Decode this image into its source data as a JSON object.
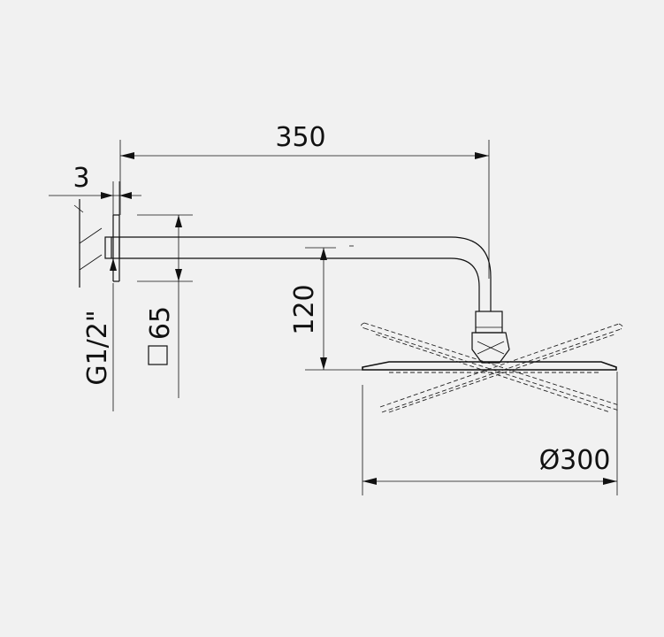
{
  "dimensions": {
    "arm_length": "350",
    "flange_thickness": "3",
    "drop_height": "120",
    "flange_size": "65",
    "thread": "G1/2\"",
    "head_diameter": "Ø300"
  }
}
